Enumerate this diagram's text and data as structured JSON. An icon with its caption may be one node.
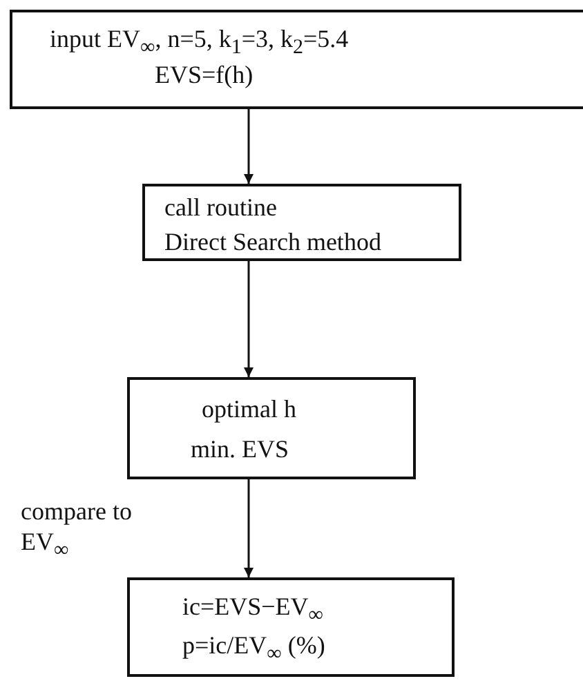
{
  "diagram": {
    "nodes": [
      {
        "text": [
          "input EV$_{∞}$, n=5, k$_{1}$=3, k$_{2}$=5.4",
          "EVS=f(h)"
        ]
      },
      {
        "text": [
          "call routine",
          "Direct Search method"
        ]
      },
      {
        "text": [
          "optimal h",
          "min. EVS"
        ]
      },
      {
        "text": [
          "ic=EVS−EV$_{∞}$",
          "p=ic/EV$_{∞}$ (%)"
        ]
      }
    ],
    "edges": [
      {
        "from": 0,
        "to": 1,
        "arrow": "to"
      },
      {
        "from": 1,
        "to": 2,
        "arrow": "to"
      },
      {
        "from": 2,
        "to": 3,
        "arrow": "to",
        "label": "compare to EV$_{∞}$"
      }
    ]
  }
}
